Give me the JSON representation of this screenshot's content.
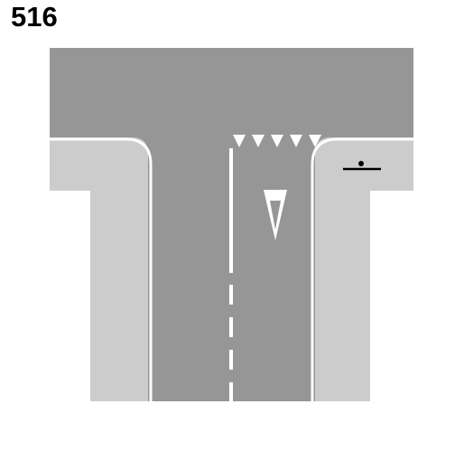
{
  "figure": {
    "number": "516"
  },
  "colors": {
    "road": "#969696",
    "sidewalk": "#cccccc",
    "marking": "#ffffff",
    "sign": "#000000",
    "background": "#ffffff"
  },
  "markings": {
    "give_way_triangles_count": 5,
    "give_way_symbol": "inverted-triangle",
    "centre_line": "solid-then-dashed"
  },
  "icons": {
    "sign_post": "sign-post-icon"
  }
}
